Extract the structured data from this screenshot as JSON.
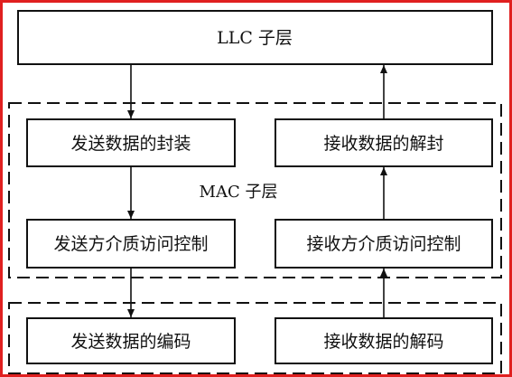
{
  "diagram": {
    "llc_label": "LLC 子层",
    "mac_label": "MAC 子层",
    "send_encapsulation": "发送数据的封装",
    "recv_decapsulation": "接收数据的解封",
    "send_access_control": "发送方介质访问控制",
    "recv_access_control": "接收方介质访问控制",
    "send_encoding": "发送数据的编码",
    "recv_decoding": "接收数据的解码"
  },
  "colors": {
    "frame": "#e02020",
    "line": "#111111"
  }
}
